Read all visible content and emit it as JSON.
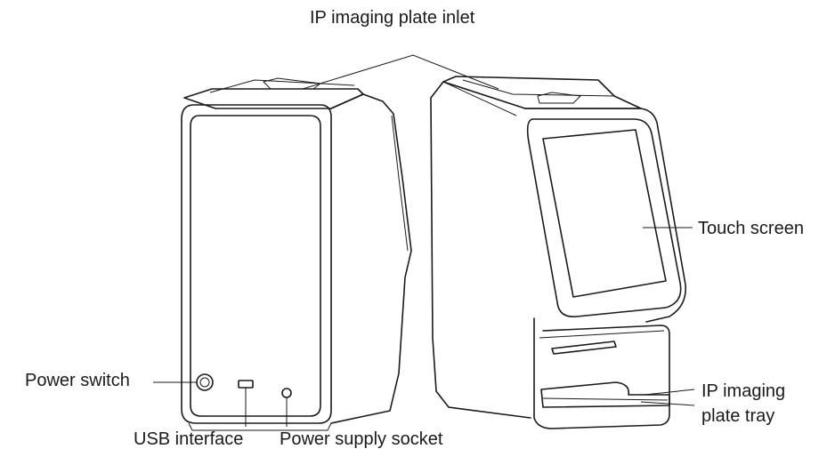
{
  "labels": {
    "inlet": "IP imaging plate inlet",
    "touch_screen": "Touch screen",
    "power_switch": "Power switch",
    "usb": "USB interface",
    "power_socket": "Power supply socket",
    "tray_line1": "IP imaging",
    "tray_line2": "plate tray"
  },
  "colors": {
    "stroke": "#1a1a1a",
    "background": "#ffffff"
  }
}
